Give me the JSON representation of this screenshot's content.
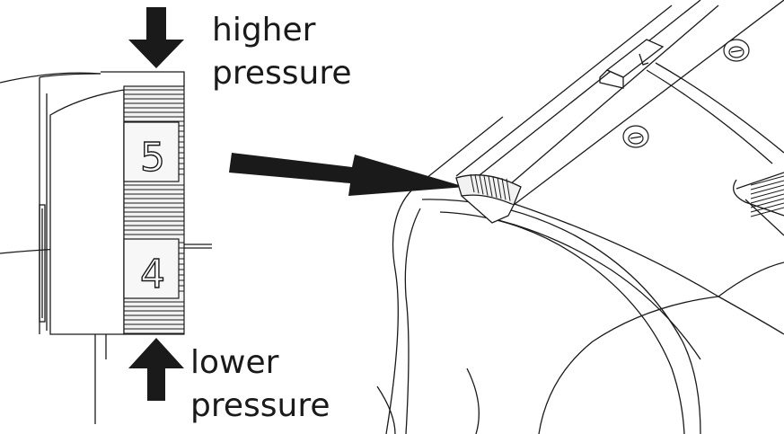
{
  "labels": {
    "higher_line1": "higher",
    "higher_line2": "pressure",
    "lower_line1": "lower",
    "lower_line2": "pressure"
  },
  "dial": {
    "upper_number": "5",
    "lower_number": "4"
  },
  "arrows": {
    "higher": "down-arrow",
    "lower": "up-arrow",
    "pointer": "right-pointing-arrow"
  },
  "colors": {
    "line": "#1a1a1a",
    "dial_face": "#f2f2f2",
    "background": "#ffffff"
  }
}
